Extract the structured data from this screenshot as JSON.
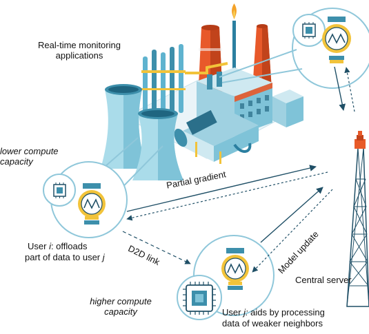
{
  "labels": {
    "realtime": "Real-time monitoring\napplications",
    "lower": "lower compute\ncapacity",
    "user_i_prefix": "User ",
    "user_i_var": "i",
    "user_i_rest": ": offloads",
    "user_i_line2_prefix": "part of data to user ",
    "user_i_line2_var": "j",
    "d2d": "D2D link",
    "partial_gradient": "Partial gradient",
    "model_update": "Model update",
    "central_server": "Central server",
    "higher": "higher compute\ncapacity",
    "user_j_prefix": "User ",
    "user_j_var": "j:",
    "user_j_rest": " aids by processing",
    "user_j_line2": "data of weaker neighbors"
  },
  "colors": {
    "outline": "#1f4f66",
    "arrow": "#1f4f66",
    "tower_light": "#aadcea",
    "tower_mid": "#7fc3d8",
    "tower_dark": "#3d8fab",
    "stack_orange": "#e8592a",
    "stack_orange_dark": "#c1431b",
    "pipe_yellow": "#f2c33a",
    "flame": "#f4a228",
    "radio_red": "#e85a28"
  }
}
